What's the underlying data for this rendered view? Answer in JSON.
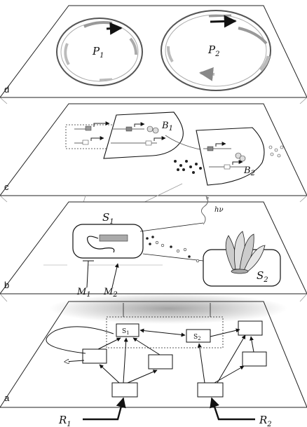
{
  "plane_labels": {
    "a": "a",
    "b": "b",
    "c": "c",
    "d": "d"
  },
  "plane_d": {
    "plasmid_1": {
      "name": "P",
      "sub": "1"
    },
    "plasmid_2": {
      "name": "P",
      "sub": "2"
    }
  },
  "plane_c": {
    "boundary_1": {
      "name": "B",
      "sub": "1"
    },
    "boundary_2": {
      "name": "B",
      "sub": "2"
    }
  },
  "plane_b": {
    "cell_1": {
      "name": "S",
      "sub": "1"
    },
    "cell_2": {
      "name": "S",
      "sub": "2"
    },
    "light": "hν",
    "marker_1": {
      "name": "M",
      "sub": "1"
    },
    "marker_2": {
      "name": "M",
      "sub": "2"
    }
  },
  "plane_a": {
    "state_1": {
      "name": "S",
      "sub": "1"
    },
    "state_2": {
      "name": "S",
      "sub": "2"
    },
    "input_1": {
      "name": "R",
      "sub": "1"
    },
    "input_2": {
      "name": "R",
      "sub": "2"
    }
  }
}
